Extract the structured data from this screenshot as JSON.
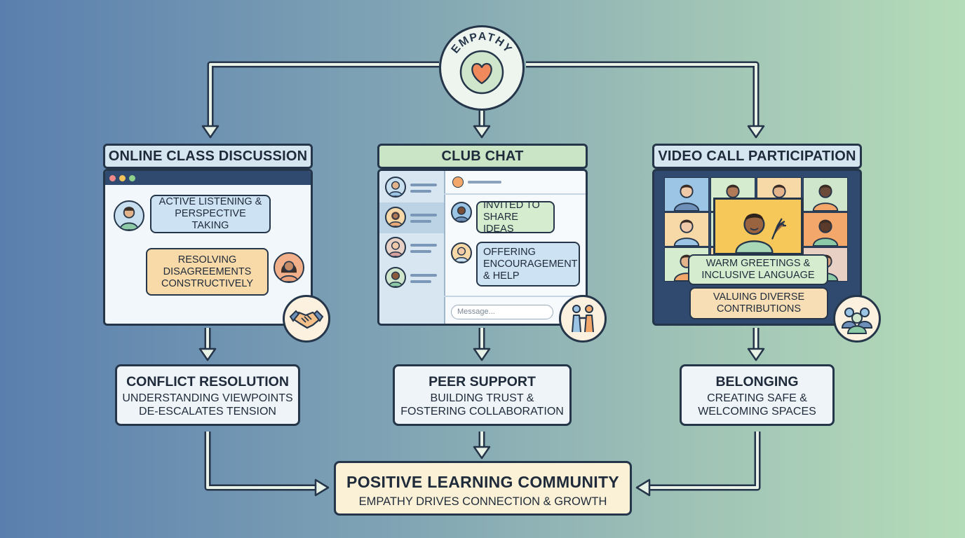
{
  "root": {
    "label": "EMPATHY",
    "icon": "heart-icon"
  },
  "panels": [
    {
      "title": "ONLINE CLASS DISCUSSION",
      "bubbles": [
        "ACTIVE LISTENING &\nPERSPECTIVE TAKING",
        "RESOLVING\nDISAGREEMENTS\nCONSTRUCTIVELY"
      ],
      "icon": "handshake-icon",
      "outcome_title": "CONFLICT RESOLUTION",
      "outcome_sub": "UNDERSTANDING VIEWPOINTS\nDE-ESCALATES TENSION"
    },
    {
      "title": "CLUB CHAT",
      "bubbles": [
        "INVITED TO\nSHARE IDEAS",
        "OFFERING\nENCOURAGEMENT\n& HELP"
      ],
      "message_placeholder": "Message...",
      "icon": "helping-people-icon",
      "outcome_title": "PEER SUPPORT",
      "outcome_sub": "BUILDING TRUST &\nFOSTERING COLLABORATION"
    },
    {
      "title": "VIDEO CALL PARTICIPATION",
      "bubbles": [
        "WARM GREETINGS &\nINCLUSIVE LANGUAGE",
        "VALUING DIVERSE\nCONTRIBUTIONS"
      ],
      "icon": "group-icon",
      "outcome_title": "BELONGING",
      "outcome_sub": "CREATING SAFE &\nWELCOMING SPACES"
    }
  ],
  "final": {
    "title": "POSITIVE LEARNING COMMUNITY",
    "subtitle": "EMPATHY DRIVES CONNECTION & GROWTH"
  },
  "colors": {
    "outline": "#26364a",
    "connector": "#eef5ee",
    "accent_heart": "#f08a5d"
  }
}
